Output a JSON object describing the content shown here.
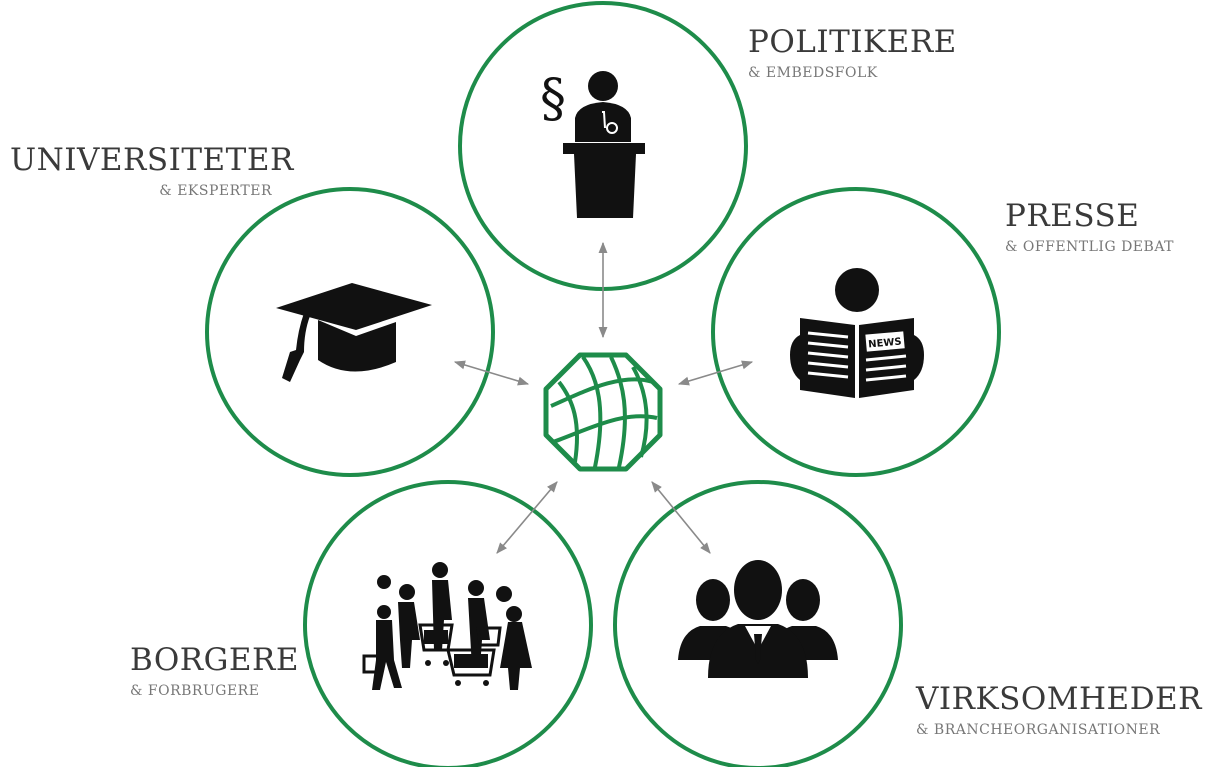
{
  "colors": {
    "circle_stroke": "#1e8c4a",
    "logo_green": "#1e8c4a",
    "arrow": "#8a8a8a",
    "icon": "#111111"
  },
  "nodes": [
    {
      "id": "politikere",
      "title": "POLITIKERE",
      "subtitle": "& EMBEDSFOLK",
      "icon": "politician-podium-icon"
    },
    {
      "id": "universiteter",
      "title": "UNIVERSITETER",
      "subtitle": "& EKSPERTER",
      "icon": "graduation-cap-icon"
    },
    {
      "id": "presse",
      "title": "PRESSE",
      "subtitle": "& OFFENTLIG DEBAT",
      "icon": "newspaper-reader-icon"
    },
    {
      "id": "borgere",
      "title": "BORGERE",
      "subtitle": "& FORBRUGERE",
      "icon": "shoppers-crowd-icon"
    },
    {
      "id": "virksomheder",
      "title": "VIRKSOMHEDER",
      "subtitle": "& BRANCHEORGANISATIONER",
      "icon": "business-people-icon"
    }
  ],
  "center": {
    "icon": "organization-logo-icon"
  }
}
